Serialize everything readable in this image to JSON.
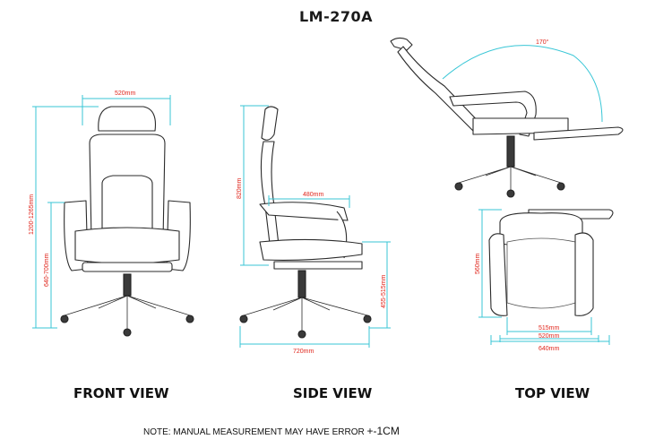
{
  "title": "LM-270A",
  "views": {
    "front": {
      "label": "FRONT VIEW",
      "dims": {
        "width": "520mm",
        "total_height": "1200-1265mm",
        "seat_height": "640-700mm"
      }
    },
    "side": {
      "label": "SIDE VIEW",
      "dims": {
        "back_height": "820mm",
        "armrest_depth": "480mm",
        "seat_range": "455-515mm",
        "base": "720mm"
      }
    },
    "top": {
      "label": "TOP VIEW",
      "dims": {
        "recline": "170°",
        "depth": "560mm",
        "w1": "515mm",
        "w2": "520mm",
        "w3": "640mm"
      }
    }
  },
  "note": {
    "text": "NOTE: MANUAL MEASUREMENT MAY HAVE ERROR ",
    "tolerance": "+-1CM"
  },
  "colors": {
    "dimension_line": "#38c6d6",
    "dimension_text": "#e0261c",
    "outline": "#2b2b2b"
  }
}
